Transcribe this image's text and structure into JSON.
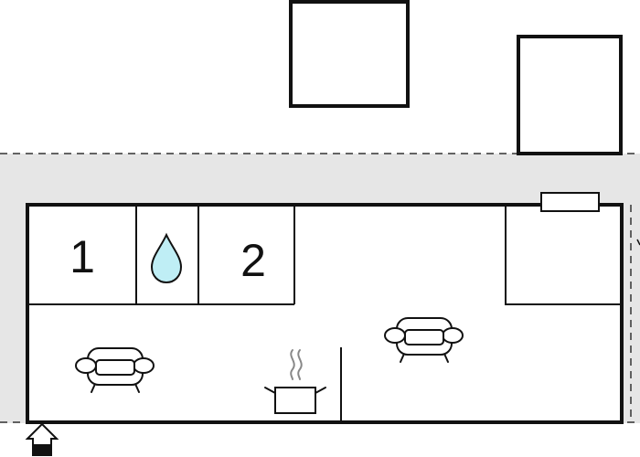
{
  "floorplan": {
    "rooms": [
      {
        "id": "bedroom-1",
        "label": "1"
      },
      {
        "id": "bathroom",
        "label": "",
        "icon": "water-drop-icon"
      },
      {
        "id": "bedroom-2",
        "label": "2"
      },
      {
        "id": "living-area",
        "label": "",
        "icons": [
          "sofa-icon",
          "kitchen-pot-icon",
          "sofa-icon"
        ]
      },
      {
        "id": "storage-room",
        "label": ""
      }
    ],
    "entrance": {
      "icon": "entrance-arrow-icon"
    },
    "outbuildings": 2,
    "colors": {
      "wall": "#111111",
      "terrace": "#e6e6e6",
      "water": "#bfeef5",
      "background": "#ffffff"
    }
  }
}
